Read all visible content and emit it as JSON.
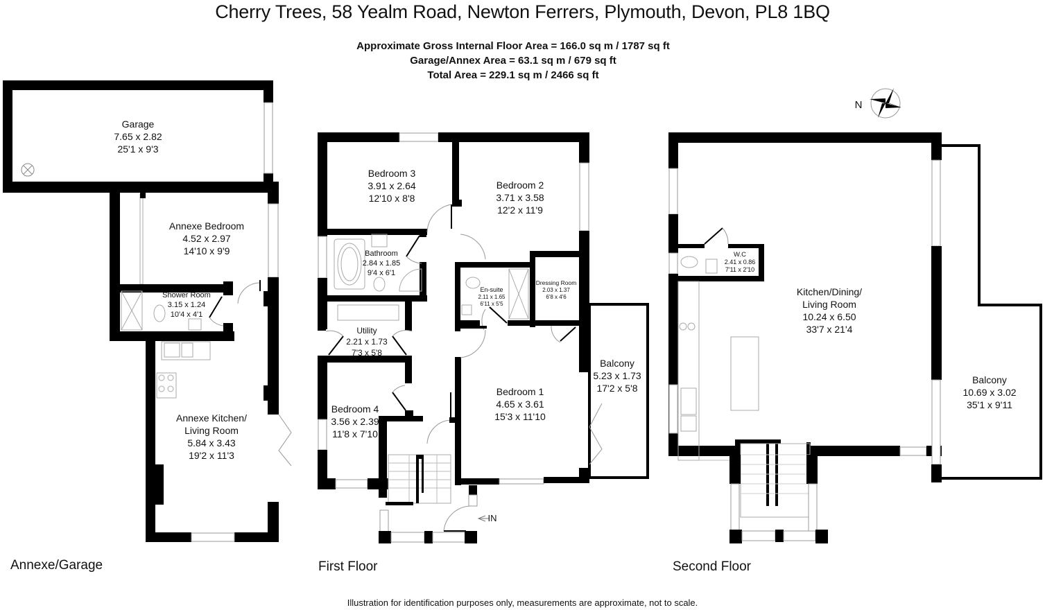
{
  "header": {
    "title": "Cherry Trees, 58 Yealm Road, Newton Ferrers, Plymouth, Devon, PL8 1BQ",
    "area_lines": [
      "Approximate Gross Internal Floor Area  = 166.0 sq m / 1787 sq ft",
      "Garage/Annex Area = 63.1 sq m / 679 sq ft",
      "Total Area = 229.1 sq m / 2466 sq ft"
    ]
  },
  "compass": {
    "label": "N",
    "icon": "compass-rose-icon"
  },
  "floors": {
    "annexe": {
      "label": "Annexe/Garage",
      "rooms": [
        {
          "name": "Garage",
          "metric": "7.65 x 2.82",
          "imperial": "25'1 x 9'3"
        },
        {
          "name": "Annexe Bedroom",
          "metric": "4.52 x 2.97",
          "imperial": "14'10 x 9'9"
        },
        {
          "name": "Shower Room",
          "metric": "3.15 x 1.24",
          "imperial": "10'4 x 4'1"
        },
        {
          "name": "Annexe Kitchen/",
          "name2": "Living Room",
          "metric": "5.84 x 3.43",
          "imperial": "19'2 x 11'3"
        }
      ]
    },
    "first": {
      "label": "First Floor",
      "entrance": "IN",
      "rooms": [
        {
          "name": "Bedroom 3",
          "metric": "3.91 x 2.64",
          "imperial": "12'10 x 8'8"
        },
        {
          "name": "Bedroom 2",
          "metric": "3.71 x 3.58",
          "imperial": "12'2 x 11'9"
        },
        {
          "name": "Bathroom",
          "metric": "2.84 x 1.85",
          "imperial": "9'4 x 6'1"
        },
        {
          "name": "En-suite",
          "metric": "2.11 x 1.65",
          "imperial": "6'11 x 5'5"
        },
        {
          "name": "Dressing Room",
          "metric": "2.03 x 1.37",
          "imperial": "6'8 x 4'6"
        },
        {
          "name": "Utility",
          "metric": "2.21 x 1.73",
          "imperial": "7'3 x 5'8"
        },
        {
          "name": "Bedroom 4",
          "metric": "3.56 x 2.39",
          "imperial": "11'8 x 7'10"
        },
        {
          "name": "Bedroom 1",
          "metric": "4.65 x 3.61",
          "imperial": "15'3 x 11'10"
        },
        {
          "name": "Balcony",
          "metric": "5.23 x 1.73",
          "imperial": "17'2 x 5'8"
        }
      ]
    },
    "second": {
      "label": "Second Floor",
      "rooms": [
        {
          "name": "W.C",
          "metric": "2.41 x 0.86",
          "imperial": "7'11 x 2'10"
        },
        {
          "name": "Kitchen/Dining/",
          "name2": "Living Room",
          "metric": "10.24 x 6.50",
          "imperial": "33'7 x 21'4"
        },
        {
          "name": "Balcony",
          "metric": "10.69 x 3.02",
          "imperial": "35'1 x 9'11"
        }
      ]
    }
  },
  "footer": {
    "disclaimer": "Illustration for identification purposes only, measurements are approximate, not to scale."
  }
}
